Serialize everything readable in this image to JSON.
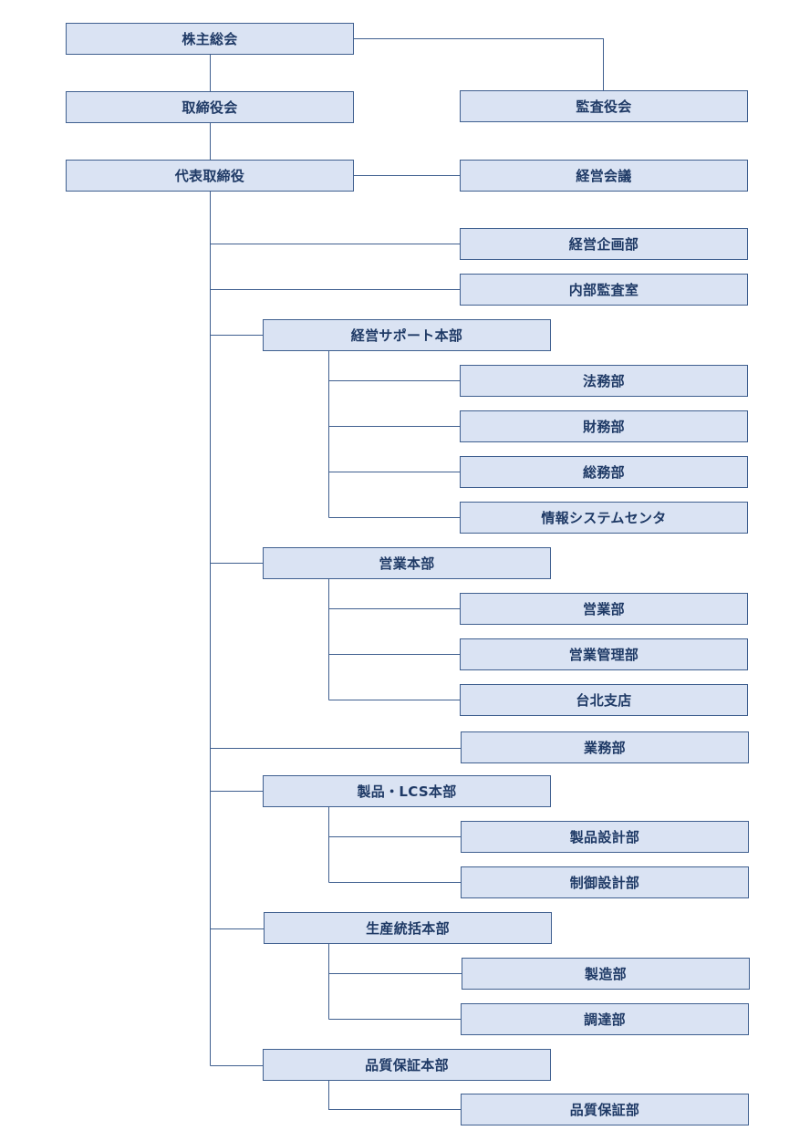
{
  "org_chart": {
    "shareholders_meeting": "株主総会",
    "board_of_directors": "取締役会",
    "audit_board": "監査役会",
    "representative_director": "代表取締役",
    "management_meeting": "経営会議",
    "management_planning": "経営企画部",
    "internal_audit": "内部監査室",
    "management_support_hq": "経営サポート本部",
    "legal": "法務部",
    "finance": "財務部",
    "general_affairs": "総務部",
    "information_systems_center": "情報システムセンタ",
    "sales_hq": "営業本部",
    "sales": "営業部",
    "sales_management": "営業管理部",
    "taipei_branch": "台北支店",
    "operations": "業務部",
    "product_lcs_hq": "製品・LCS本部",
    "product_design": "製品設計部",
    "control_design": "制御設計部",
    "production_hq": "生産統括本部",
    "manufacturing": "製造部",
    "procurement": "調達部",
    "quality_assurance_hq": "品質保証本部",
    "quality_assurance": "品質保証部"
  }
}
